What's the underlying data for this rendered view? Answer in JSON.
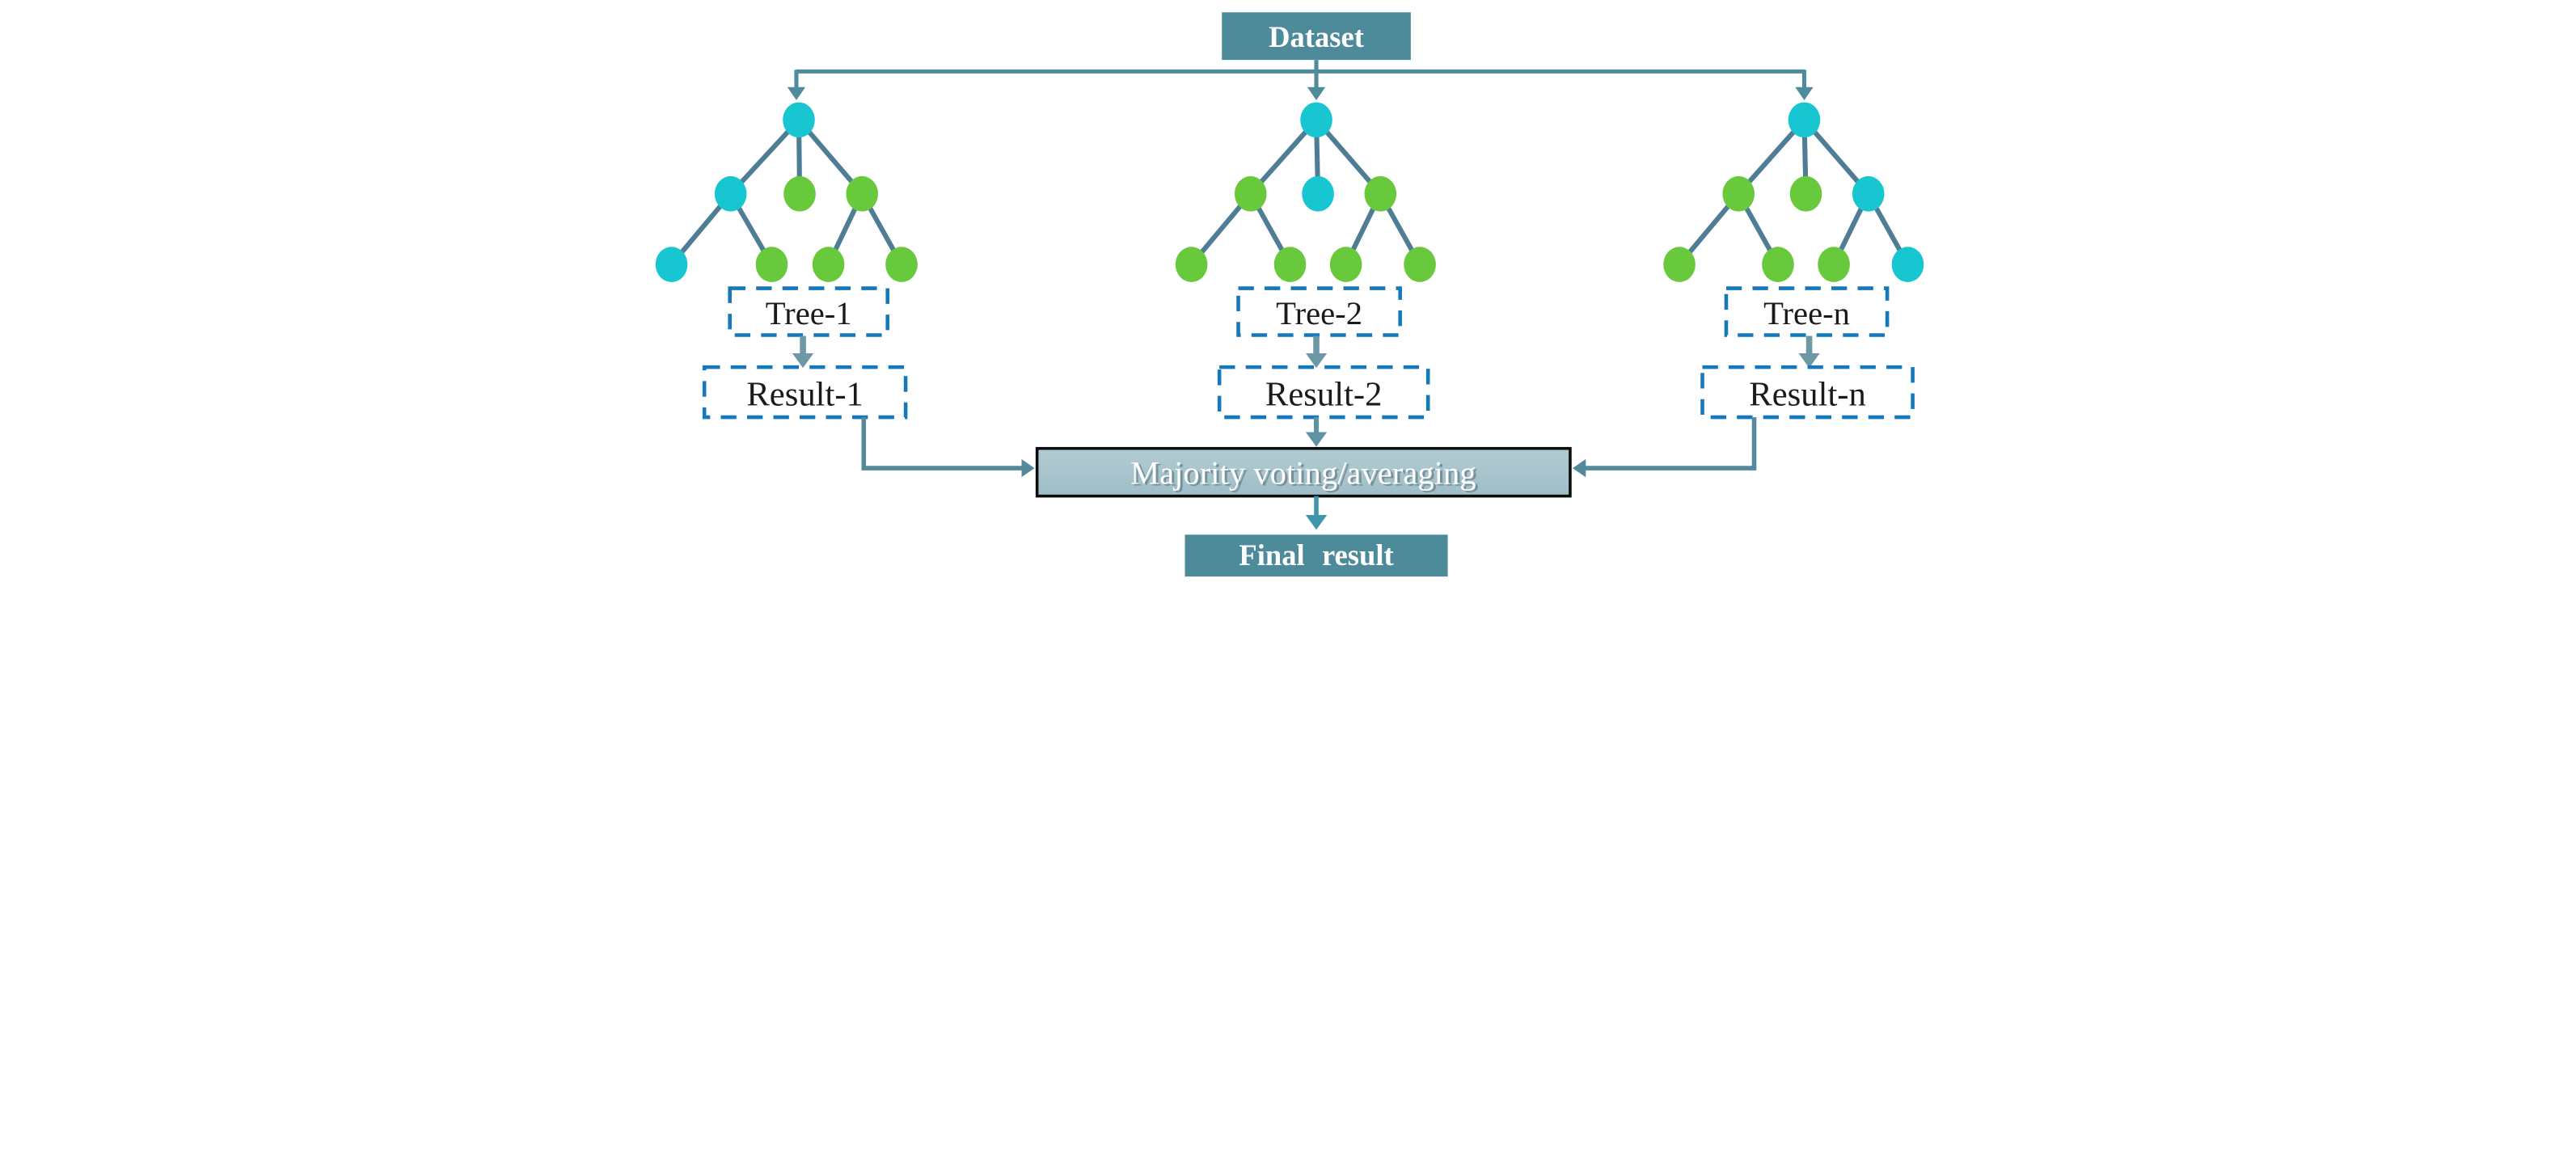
{
  "diagram": {
    "dataset": {
      "label": "Dataset"
    },
    "trees": [
      {
        "id": "tree-1",
        "label": "Tree-1",
        "result_label": "Result-1",
        "root_color": "cyan",
        "level2_colors": [
          "cyan",
          "green",
          "green"
        ],
        "level3_colors": [
          "cyan",
          "green",
          "green",
          "green"
        ]
      },
      {
        "id": "tree-2",
        "label": "Tree-2",
        "result_label": "Result-2",
        "root_color": "cyan",
        "level2_colors": [
          "green",
          "cyan",
          "green"
        ],
        "level3_colors": [
          "green",
          "green",
          "green",
          "green"
        ]
      },
      {
        "id": "tree-n",
        "label": "Tree-n",
        "result_label": "Result-n",
        "root_color": "cyan",
        "level2_colors": [
          "green",
          "green",
          "cyan"
        ],
        "level3_colors": [
          "green",
          "green",
          "green",
          "cyan"
        ]
      }
    ],
    "aggregate": {
      "label": "Majority voting/averaging"
    },
    "final": {
      "label": "Final result"
    }
  },
  "colors": {
    "node_cyan": "#17c6d0",
    "node_green": "#68c93c",
    "tree_edge": "#4e7d95",
    "connector_teal": "#4f8c9b",
    "label_arrow_gray": "#6f98a7",
    "flow_arrow_teal": "#3f96aa",
    "dashed_box_blue": "#1478bb",
    "solid_box_teal": "#4d8b9a",
    "aggregate_fill": "#a8c4cc",
    "aggregate_border": "#0c0c0c",
    "box_text_white": "#ffffff",
    "label_text_black": "#1a1a1a",
    "background": "#ffffff"
  }
}
